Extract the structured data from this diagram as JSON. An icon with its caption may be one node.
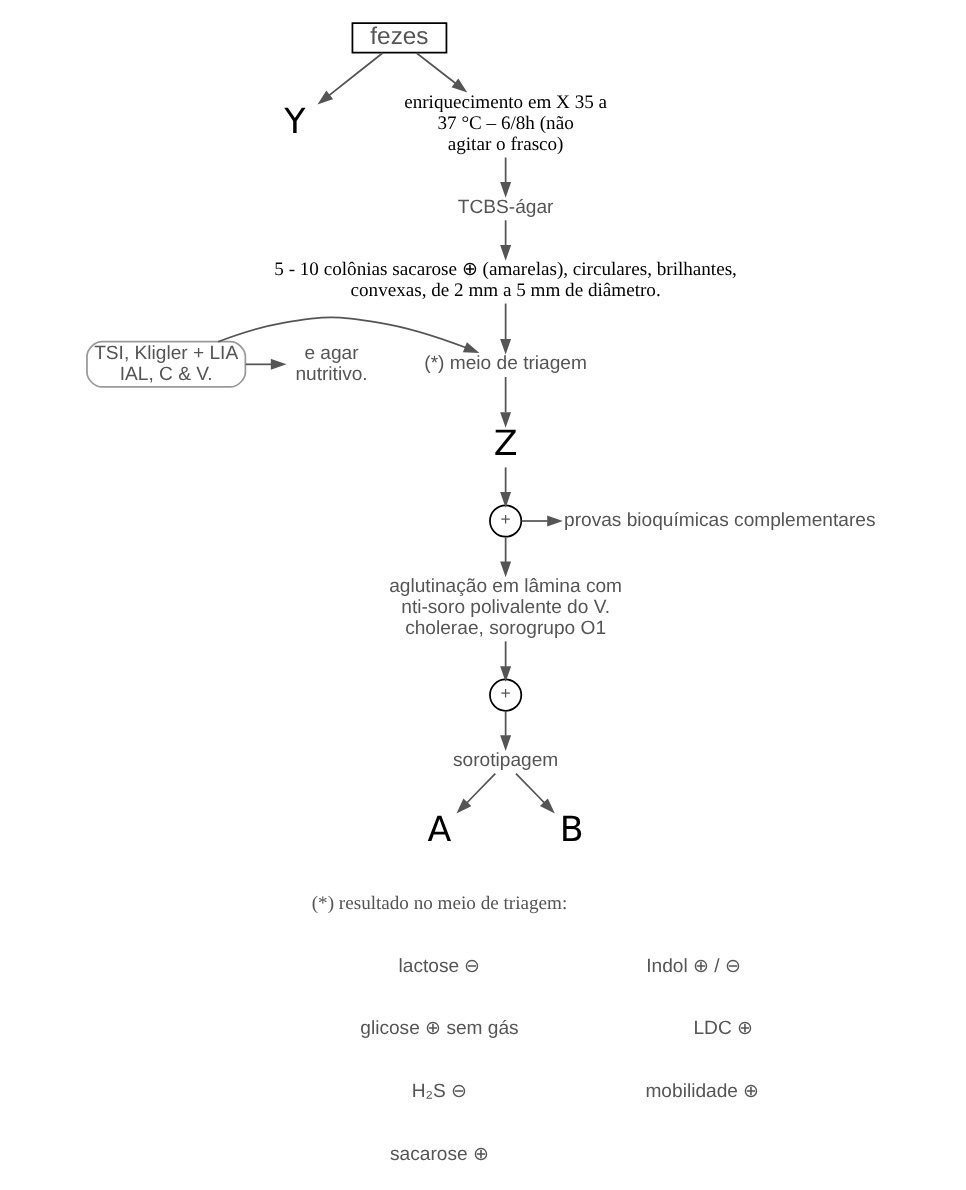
{
  "diagram": {
    "nodes": [
      {
        "text": [
          "fezes"
        ]
      },
      {
        "text": [
          "Y"
        ]
      },
      {
        "text": [
          "enriquecimento em X 35 a 37 °C – 6/8h (não agitar o frasco)"
        ]
      },
      {
        "text": [
          "TCBS-ágar"
        ]
      },
      {
        "text": [
          "5 - 10 colônias sacarose ⊕ (amarelas), circulares, brilhantes, convexas, de 2 mm a 5 mm de diâmetro."
        ]
      },
      {
        "text": [
          "(*) meio de triagem"
        ]
      },
      {
        "text": [
          "TSI, Kligler + LIA IAL, C & V."
        ]
      },
      {
        "text": [
          "e agar nutritivo."
        ]
      },
      {
        "text": [
          "Z"
        ]
      },
      {
        "text": [
          "+"
        ]
      },
      {
        "text": [
          "provas bioquímicas complementares"
        ]
      },
      {
        "text": [
          "aglutinação em lâmina com nti-soro polivalente do V. cholerae, sorogrupo O1"
        ]
      },
      {
        "text": [
          "+"
        ]
      },
      {
        "text": [
          "sorotipagem"
        ]
      },
      {
        "text": [
          "A"
        ]
      },
      {
        "text": [
          "B"
        ]
      }
    ],
    "edges": [
      {
        "from": 0,
        "to": 1,
        "arrow": "to"
      },
      {
        "from": 0,
        "to": 2,
        "arrow": "to"
      },
      {
        "from": 2,
        "to": 3,
        "arrow": "to"
      },
      {
        "from": 3,
        "to": 4,
        "arrow": "to"
      },
      {
        "from": 4,
        "to": 5,
        "arrow": "to"
      },
      {
        "from": 6,
        "to": 5,
        "arrow": "to"
      },
      {
        "from": 6,
        "to": 7,
        "arrow": "to"
      },
      {
        "from": 5,
        "to": 8,
        "arrow": "to"
      },
      {
        "from": 8,
        "to": 9,
        "arrow": "to"
      },
      {
        "from": 9,
        "to": 10,
        "arrow": "to"
      },
      {
        "from": 9,
        "to": 11,
        "arrow": "to"
      },
      {
        "from": 11,
        "to": 12,
        "arrow": "to"
      },
      {
        "from": 12,
        "to": 13,
        "arrow": "to"
      },
      {
        "from": 13,
        "to": 14,
        "arrow": "to"
      },
      {
        "from": 13,
        "to": 15,
        "arrow": "to"
      }
    ],
    "labels": [
      "(*) resultado no meio de triagem:",
      "lactose ⊖",
      "Indol ⊕ / ⊖",
      "glicose ⊕ sem gás",
      "LDC ⊕",
      "H₂S ⊖",
      "mobilidade ⊕",
      "sacarose ⊕"
    ]
  }
}
